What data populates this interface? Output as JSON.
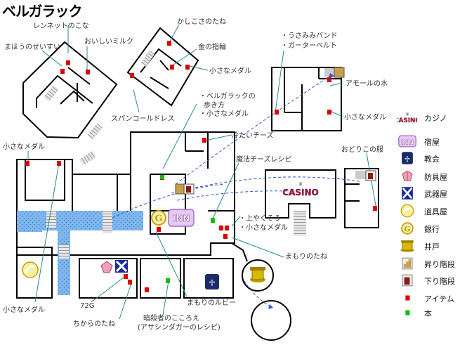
{
  "title": "ベルガラック",
  "labels": {
    "rennet": "レンネットのこな",
    "mahou": "まほうのせいすい",
    "oishii": "おいしいミルク",
    "kashikosa": "かしこさのたね",
    "kin": "金の指輪",
    "medal_top": "小さなメダル",
    "usamimi": "・うさみみバンド",
    "garter": "・ガーターベルト",
    "amor": "アモールの水",
    "medal_right": "小さなメダル",
    "spancall": "スパンコールドレス",
    "walk1": "・ベルガラックの",
    "walk2": "歩き方",
    "walk3": "・小さなメダル",
    "cold_cheese": "冷たいチーズ",
    "magic_cheese": "魔法チーズレシピ",
    "odoriko": "おどりこの服",
    "medal_left": "小さなメダル",
    "jouyaku1": "・上やくそう",
    "jouyaku2": "・小さなメダル",
    "mamori_tane": "まもりのたね",
    "medal_bottom": "小さなメダル",
    "g": "72G",
    "chikara": "ちからのたね",
    "ansatsu1": "暗殺者のこころえ",
    "ansatsu2": "(アサシンダガーのレシピ)",
    "mamori_ruby": "まもりのルビー"
  },
  "signs": {
    "casino": "CASINO",
    "inn": "INN"
  },
  "legend": [
    {
      "icon": "casino-icon",
      "label": "カジノ"
    },
    {
      "icon": "inn-icon",
      "label": "宿屋"
    },
    {
      "icon": "church-icon",
      "label": "教会"
    },
    {
      "icon": "armor-shop-icon",
      "label": "防具屋"
    },
    {
      "icon": "weapon-shop-icon",
      "label": "武器屋"
    },
    {
      "icon": "item-shop-icon",
      "label": "道具屋"
    },
    {
      "icon": "bank-icon",
      "label": "銀行"
    },
    {
      "icon": "well-icon",
      "label": "井戸"
    },
    {
      "icon": "stairs-up-icon",
      "label": "昇り階段"
    },
    {
      "icon": "stairs-down-icon",
      "label": "下り階段"
    },
    {
      "icon": "item-marker-icon",
      "label": "アイテム"
    },
    {
      "icon": "book-marker-icon",
      "label": "本"
    }
  ],
  "colors": {
    "item_red": "#e00000",
    "book_green": "#00c000",
    "water_blue": "#7fb7ee",
    "wall": "#000000",
    "label_line": "#2a8a8a",
    "route_blue": "#3355cc",
    "casino_red": "#cc1111",
    "inn_purple": "#c080e0",
    "church_navy": "#1a2a6a",
    "gold": "#c8a000"
  }
}
